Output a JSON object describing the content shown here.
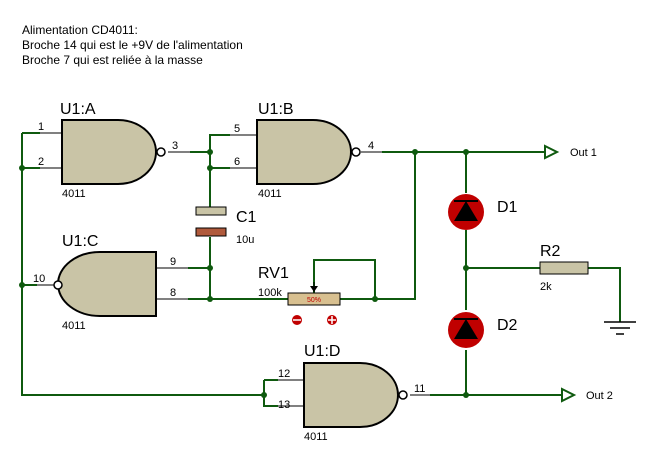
{
  "notes": [
    "Alimentation CD4011:",
    "Broche 14 qui est le +9V de l'alimentation",
    "Broche 7 qui est reliée à la masse"
  ],
  "gates": {
    "a": {
      "ref": "U1:A",
      "part": "4011",
      "pins": [
        "1",
        "2",
        "3"
      ]
    },
    "b": {
      "ref": "U1:B",
      "part": "4011",
      "pins": [
        "5",
        "6",
        "4"
      ]
    },
    "c": {
      "ref": "U1:C",
      "part": "4011",
      "pins": [
        "10",
        "9",
        "8"
      ]
    },
    "d": {
      "ref": "U1:D",
      "part": "4011",
      "pins": [
        "12",
        "13",
        "11"
      ]
    }
  },
  "components": {
    "c1": {
      "ref": "C1",
      "value": "10u"
    },
    "rv1": {
      "ref": "RV1",
      "value": "100k",
      "wiper": "50%"
    },
    "r2": {
      "ref": "R2",
      "value": "2k"
    },
    "d1": {
      "ref": "D1"
    },
    "d2": {
      "ref": "D2"
    }
  },
  "terminals": {
    "out1": "Out 1",
    "out2": "Out 2"
  },
  "colors": {
    "wire": "#0f5a0f",
    "gate_fill": "#c9c4a6",
    "led": "#c00000",
    "capacitor_plate_top": "#c9c4a6",
    "capacitor_plate_bottom": "#b05a3c",
    "pot_body": "#d8c090"
  }
}
